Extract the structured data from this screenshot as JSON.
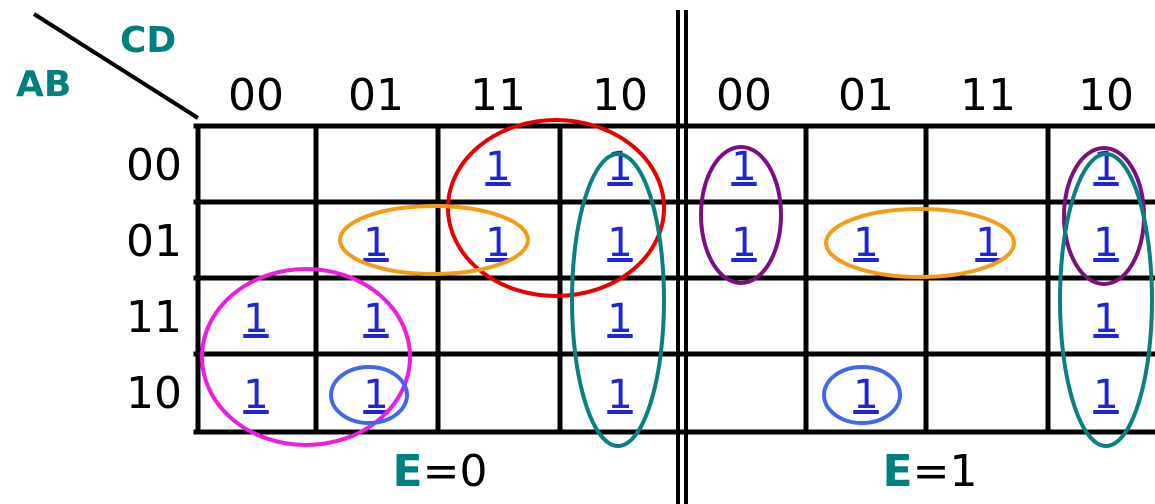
{
  "corner": {
    "col_var": "CD",
    "row_var": "AB"
  },
  "col_headers": [
    "00",
    "01",
    "11",
    "10"
  ],
  "row_headers": [
    "00",
    "01",
    "11",
    "10"
  ],
  "maps": [
    {
      "label_var": "E",
      "label_eq": "=0",
      "cells": [
        [
          "",
          "",
          "1",
          "1"
        ],
        [
          "",
          "1",
          "1",
          "1"
        ],
        [
          "1",
          "1",
          "",
          "1"
        ],
        [
          "1",
          "1",
          "",
          "1"
        ]
      ]
    },
    {
      "label_var": "E",
      "label_eq": "=1",
      "cells": [
        [
          "1",
          "",
          "",
          "1"
        ],
        [
          "1",
          "1",
          "1",
          "1"
        ],
        [
          "",
          "",
          "",
          "1"
        ],
        [
          "",
          "1",
          "",
          "1"
        ]
      ]
    }
  ],
  "colors": {
    "var_label": "#00807c",
    "ones": "#1e24d8",
    "grid": "#000000",
    "groups": {
      "red": "#e60000",
      "teal": "#0b8080",
      "orange": "#f59b16",
      "magenta": "#ec1ce0",
      "blue": "#4466ee",
      "purple": "#7a1080"
    }
  },
  "groupings": [
    {
      "map": 0,
      "color": "red"
    },
    {
      "map": 0,
      "color": "teal"
    },
    {
      "map": 0,
      "color": "orange"
    },
    {
      "map": 0,
      "color": "magenta"
    },
    {
      "map": 0,
      "color": "blue"
    },
    {
      "map": 1,
      "color": "purple"
    },
    {
      "map": 1,
      "color": "orange"
    },
    {
      "map": 1,
      "color": "purple"
    },
    {
      "map": 1,
      "color": "teal"
    },
    {
      "map": 1,
      "color": "blue"
    }
  ]
}
